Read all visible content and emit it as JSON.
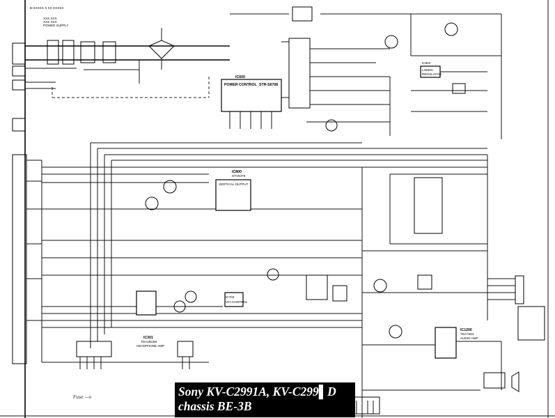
{
  "caption": {
    "model_line": "Sony KV-C2991A, KV-C299▌D",
    "chassis_line": "chassis BE-3B"
  },
  "labels": {
    "power_ic_name": "IC600",
    "power_ic_title": "POWER CONTROL",
    "power_ic_part": "STR-S6708",
    "vert_ic_name": "IC800",
    "vert_ic_part": "STV9379",
    "vert_ic_title": "VERTICAL OUTPUT",
    "hp_ic_name": "IC301",
    "hp_ic_part": "TDA2822M",
    "hp_ic_title": "HEADPHONE AMP",
    "audio_ic_name": "IC1200",
    "audio_ic_part": "TDA7264",
    "audio_ic_title": "AUDIO AMP",
    "regulator_name": "IC602",
    "regulator_part": "L4940V",
    "regulator_title": "REGULATOR",
    "ic703": "IC703",
    "ic703_title": "V/H CONTROL",
    "note_top": "B-XXXXX X XX XXXXX",
    "supply_note_1": "XXX XXX",
    "supply_note_2": "XXX XXX",
    "supply_note_3": "POWER SUPPLY",
    "scribble": "Fuse ---o"
  }
}
